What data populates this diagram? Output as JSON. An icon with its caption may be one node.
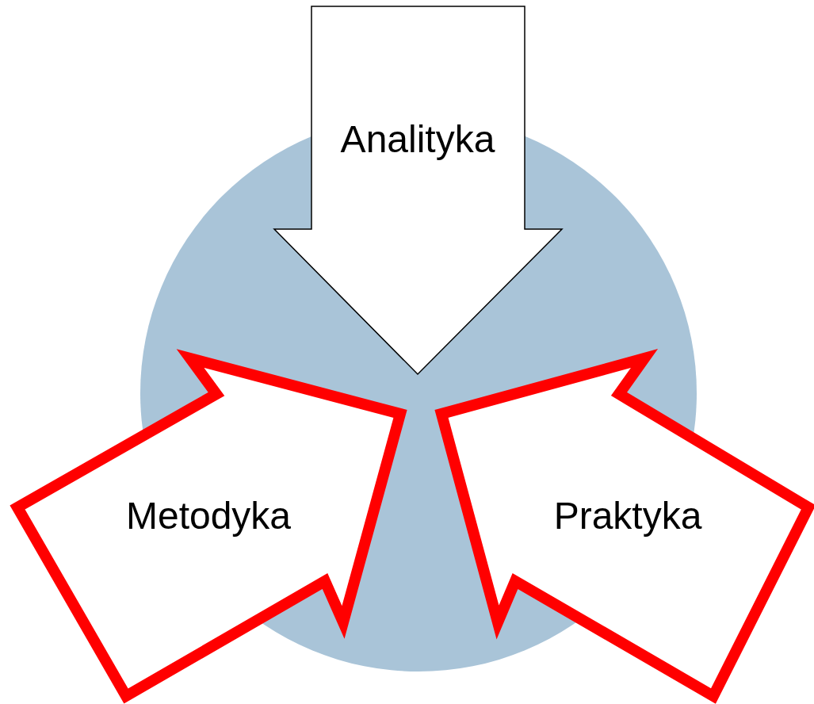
{
  "diagram": {
    "nodes": [
      {
        "text": [
          "Analityka"
        ]
      },
      {
        "text": [
          "Metodyka"
        ]
      },
      {
        "text": [
          "Praktyka"
        ]
      },
      {
        "text": [],
        "shape": "circle"
      }
    ]
  }
}
